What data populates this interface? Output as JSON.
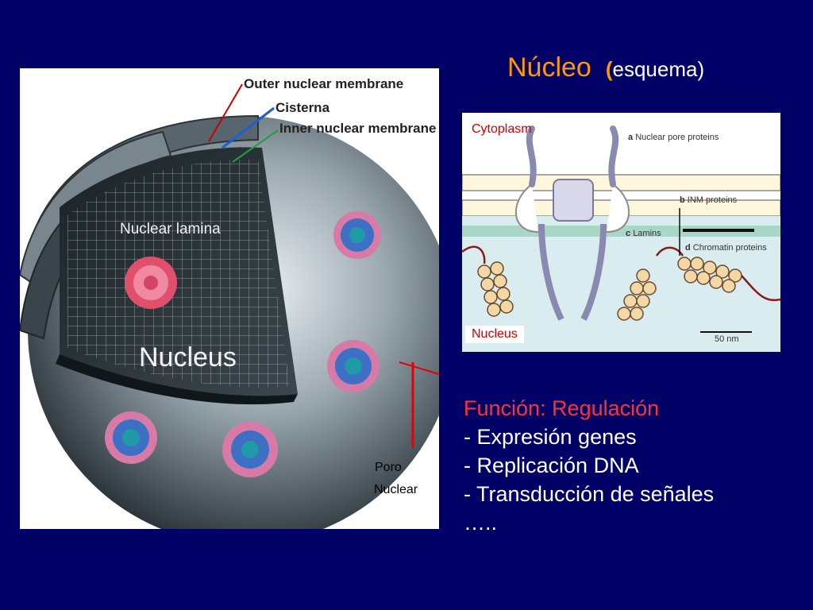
{
  "title": {
    "main": "Núcleo",
    "paren_open": "(",
    "sub": "esquema",
    "paren_close": ")"
  },
  "left_figure": {
    "outer_membrane": "Outer nuclear membrane",
    "cisterna": "Cisterna",
    "inner_membrane": "Inner nuclear membrane",
    "nuclear_lamina": "Nuclear lamina",
    "nucleus": "Nucleus",
    "poro": "Poro",
    "nuclear": "Nuclear"
  },
  "right_figure": {
    "cytoplasm": "Cytoplasm",
    "nucleus": "Nucleus",
    "a_letter": "a",
    "a_text": "Nuclear pore proteins",
    "b_letter": "b",
    "b_text": "INM proteins",
    "c_letter": "c",
    "c_text": "Lamins",
    "d_letter": "d",
    "d_text": "Chromatin proteins",
    "scale": "50 nm"
  },
  "function": {
    "heading": "Función: Regulación",
    "items": [
      "- Expresión genes",
      "- Replicación DNA",
      "- Transducción de señales"
    ],
    "ellipsis": "….."
  },
  "colors": {
    "background": "#000066",
    "title": "#ff9900",
    "heading": "#ff3333",
    "label_red": "#cc0000"
  }
}
